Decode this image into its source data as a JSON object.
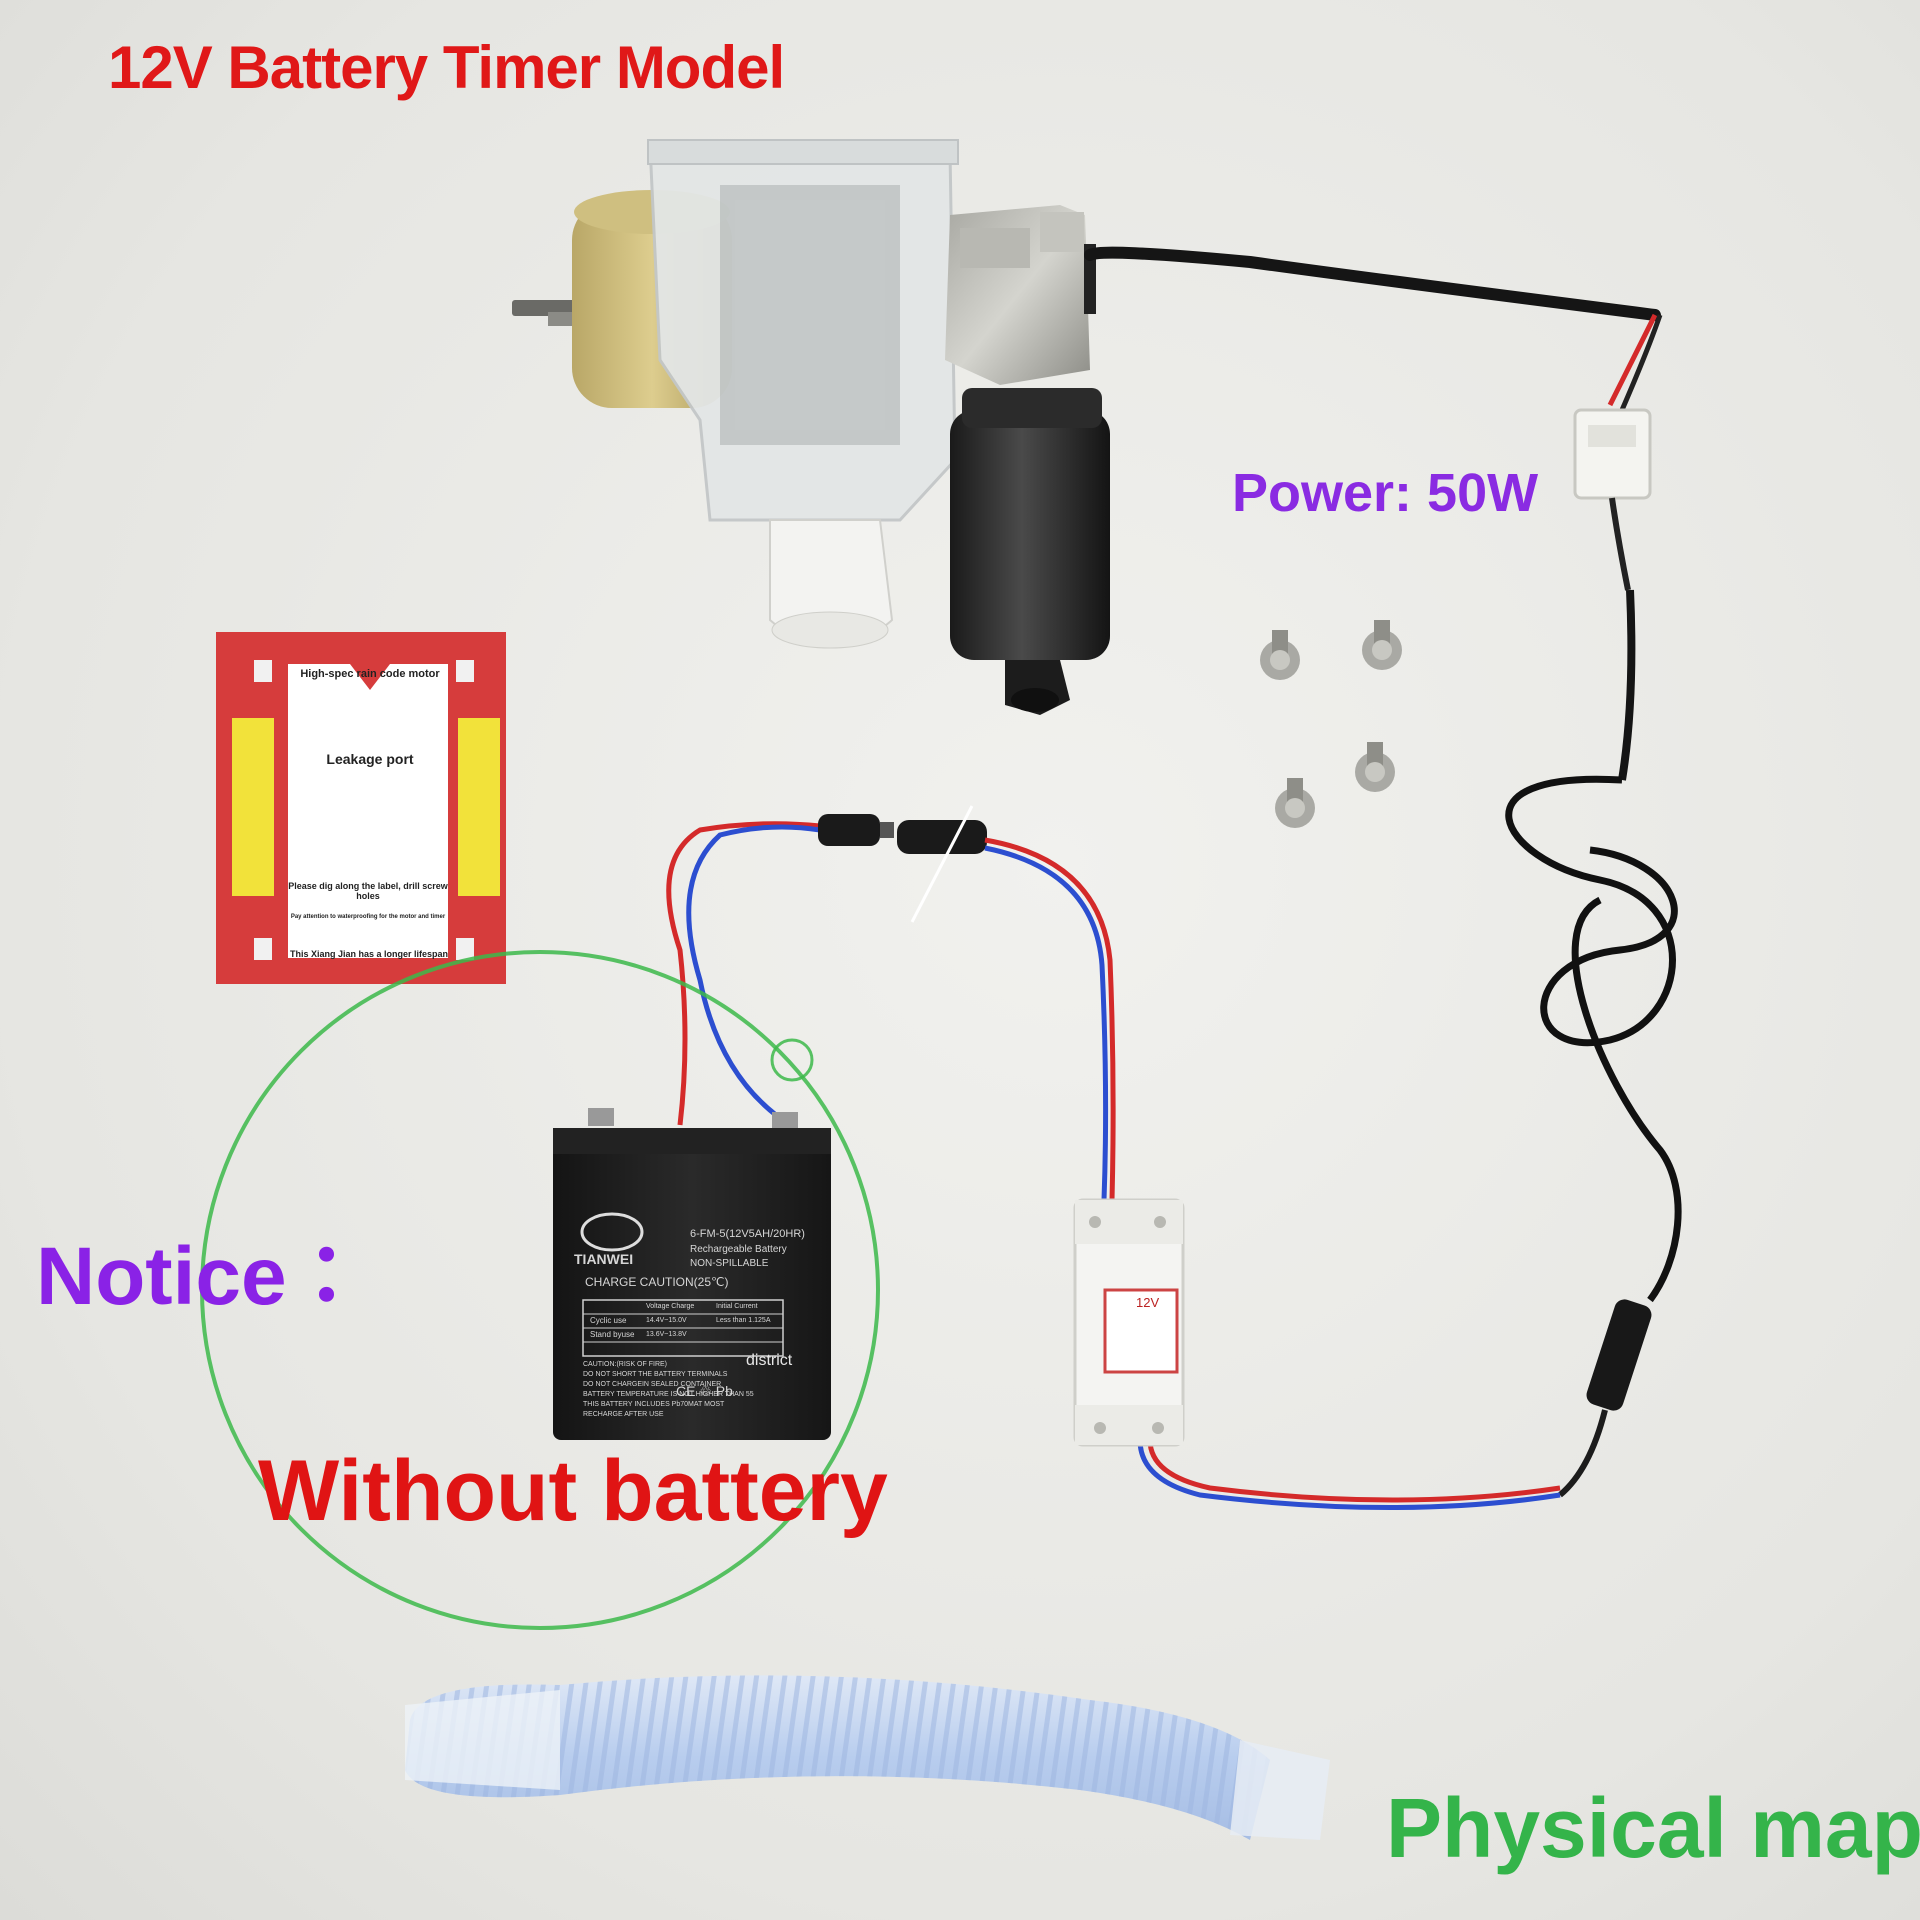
{
  "texts": {
    "title": "12V Battery Timer Model",
    "power": "Power: 50W",
    "notice": "Notice",
    "colon": "：",
    "without_battery": "Without battery",
    "physical_map": "Physical map"
  },
  "label_card": {
    "heading": "High-spec rain code motor",
    "center": "Leakage port",
    "instruction": "Please dig along the label, drill screw holes",
    "waterproof": "Pay attention to waterproofing for the motor and timer",
    "lifespan": "This Xiang Jian has a longer lifespan"
  },
  "battery": {
    "brand": "TIANWEI",
    "model": "6-FM-5(12V5AH/20HR)",
    "type1": "Rechargeable Battery",
    "type2": "NON-SPILLABLE",
    "charge_caution": "CHARGE CAUTION(25℃)",
    "col_voltage": "Voltage Charge",
    "col_current": "Initial Current",
    "row1_label": "Cyclic use",
    "row1_voltage": "14.4V~15.0V",
    "row1_current": "Less than 1.125A",
    "row2_label": "Stand byuse",
    "row2_voltage": "13.6V~13.8V",
    "fire1": "CAUTION:(RISK OF FIRE)",
    "fire2": "DO NOT SHORT THE BATTERY TERMINALS",
    "fire3": "DO NOT CHARGEIN SEALED CONTAINER",
    "fire4": "BATTERY TEMPERATURE IS NOT HIGHER THAN 55",
    "fire5": "THIS BATTERY INCLUDES Pb70MAT MOST",
    "fire6": "RECHARGE AFTER USE",
    "district": "district",
    "marks": "CE ♲ Pb"
  },
  "timer": {
    "tag": "12V"
  },
  "colors": {
    "title": "#e01818",
    "power": "#8a2be2",
    "notice": "#8a22e6",
    "without_battery": "#e01414",
    "physical_map": "#34b44a",
    "green_circle": "#3cb84a",
    "wire_red": "#d42a2a",
    "wire_blue": "#2c4ed0"
  }
}
